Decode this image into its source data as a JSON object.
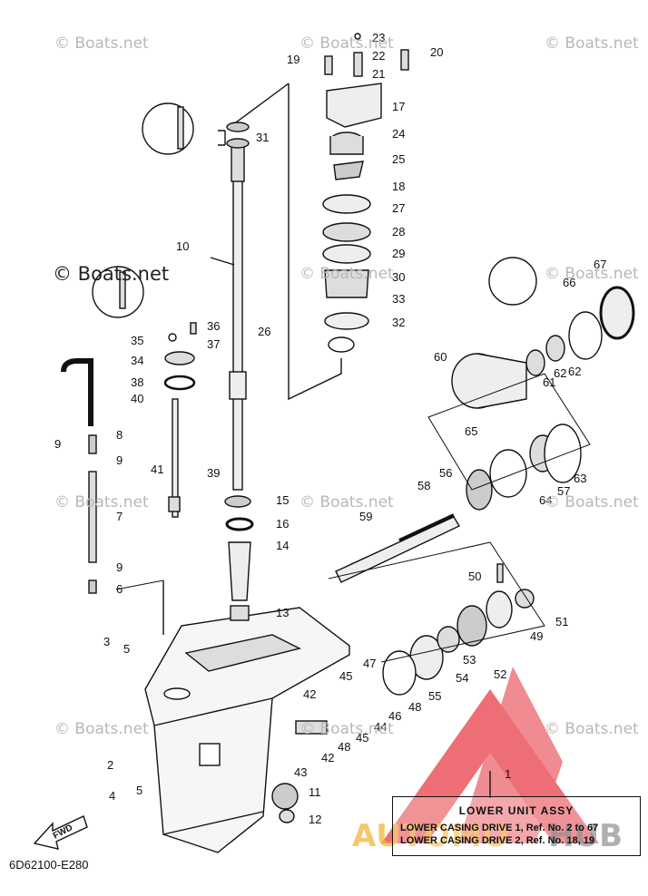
{
  "watermark": "© Boats.net",
  "diagram_code": "6D62100-E280",
  "fwd_label": "FWD",
  "assembly": {
    "callout": "1",
    "title": "LOWER UNIT ASSY",
    "line1": "LOWER CASING DRIVE 1, Ref. No. 2 to 67",
    "line2": "LOWER CASING DRIVE 2, Ref. No. 18, 19"
  },
  "brand": {
    "main": "AUTOMO",
    "tail": "HUB"
  },
  "colors": {
    "line": "#111111",
    "logo_red": "#e6323c",
    "logo_orange": "#f2b63d"
  },
  "callouts": [
    "2",
    "3",
    "4",
    "5",
    "5",
    "6",
    "7",
    "8",
    "9",
    "9",
    "9",
    "10",
    "11",
    "12",
    "13",
    "14",
    "15",
    "16",
    "17",
    "18",
    "19",
    "20",
    "21",
    "22",
    "23",
    "24",
    "25",
    "26",
    "27",
    "28",
    "29",
    "30",
    "31",
    "32",
    "33",
    "34",
    "35",
    "36",
    "37",
    "38",
    "39",
    "40",
    "41",
    "42",
    "42",
    "43",
    "44",
    "45",
    "45",
    "46",
    "47",
    "48",
    "48",
    "49",
    "50",
    "51",
    "52",
    "53",
    "54",
    "55",
    "56",
    "57",
    "58",
    "59",
    "60",
    "61",
    "62",
    "62",
    "63",
    "64",
    "65",
    "66",
    "67"
  ]
}
